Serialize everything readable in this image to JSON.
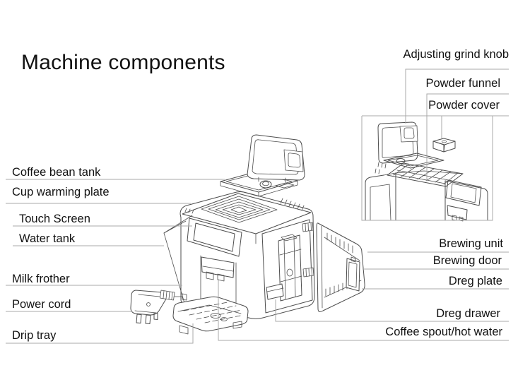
{
  "title": "Machine components",
  "colors": {
    "background": "#ffffff",
    "text": "#111111",
    "line_art": "#4d4d4d",
    "leader_line": "#a9a9a9"
  },
  "labels": {
    "left": [
      {
        "text": "Coffee bean tank"
      },
      {
        "text": "Cup warming plate"
      },
      {
        "text": "Touch Screen"
      },
      {
        "text": "Water tank"
      },
      {
        "text": "Milk frother"
      },
      {
        "text": "Power cord"
      },
      {
        "text": "Drip tray"
      }
    ],
    "right": [
      {
        "text": "Adjusting grind knob"
      },
      {
        "text": "Powder funnel"
      },
      {
        "text": "Powder cover"
      },
      {
        "text": "Brewing unit"
      },
      {
        "text": "Brewing door"
      },
      {
        "text": "Dreg plate"
      },
      {
        "text": "Dreg drawer"
      },
      {
        "text": "Coffee spout/hot water"
      }
    ]
  }
}
